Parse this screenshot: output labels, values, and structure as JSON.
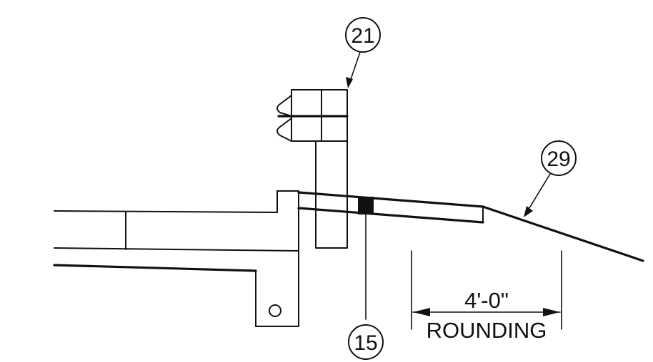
{
  "callouts": {
    "c21": "21",
    "c29": "29",
    "c15": "15"
  },
  "dimension": {
    "value": "4'-0\"",
    "label": "ROUNDING"
  },
  "colors": {
    "ink": "#111111",
    "background": "#ffffff"
  }
}
